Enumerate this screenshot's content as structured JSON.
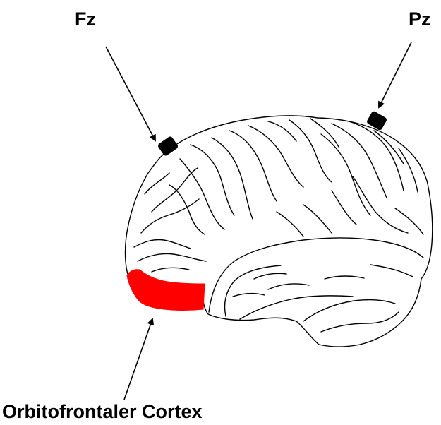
{
  "labels": {
    "fz": "Fz",
    "pz": "Pz",
    "region": "Orbitofrontaler Cortex"
  },
  "colors": {
    "outline": "#000000",
    "highlight": "#ff0000",
    "electrode": "#000000",
    "background": "#ffffff"
  },
  "icons": {
    "brain": "brain-lateral-view-icon",
    "electrode": "electrode-icon",
    "arrow": "arrow-icon"
  }
}
